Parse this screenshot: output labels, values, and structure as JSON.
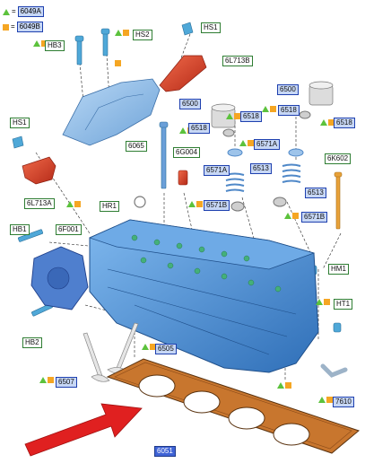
{
  "legend": [
    {
      "symbol": "=",
      "code": "6049A"
    },
    {
      "symbol": "=",
      "code": "6049B"
    }
  ],
  "labels": [
    {
      "id": "hb3",
      "text": "HB3",
      "style": "g"
    },
    {
      "id": "hs2",
      "text": "HS2",
      "style": "g"
    },
    {
      "id": "hs1-top",
      "text": "HS1",
      "style": "g"
    },
    {
      "id": "6l713b",
      "text": "6L713B",
      "style": "g"
    },
    {
      "id": "hs1-left",
      "text": "HS1",
      "style": "g"
    },
    {
      "id": "6l713a",
      "text": "6L713A",
      "style": "g"
    },
    {
      "id": "6500-a",
      "text": "6500",
      "style": "b"
    },
    {
      "id": "6500-b",
      "text": "6500",
      "style": "b"
    },
    {
      "id": "6518-a",
      "text": "6518",
      "style": "b"
    },
    {
      "id": "6518-b",
      "text": "6518",
      "style": "b"
    },
    {
      "id": "6518-c",
      "text": "6518",
      "style": "b"
    },
    {
      "id": "6518-d",
      "text": "6518",
      "style": "b"
    },
    {
      "id": "6065",
      "text": "6065",
      "style": "g"
    },
    {
      "id": "6g004",
      "text": "6G004",
      "style": "g"
    },
    {
      "id": "6571a-a",
      "text": "6571A",
      "style": "b"
    },
    {
      "id": "6571a-b",
      "text": "6571A",
      "style": "b"
    },
    {
      "id": "6513-a",
      "text": "6513",
      "style": "b"
    },
    {
      "id": "6513-b",
      "text": "6513",
      "style": "b"
    },
    {
      "id": "6k602",
      "text": "6K602",
      "style": "g"
    },
    {
      "id": "hr1",
      "text": "HR1",
      "style": "g"
    },
    {
      "id": "6571b-a",
      "text": "6571B",
      "style": "b"
    },
    {
      "id": "6571b-b",
      "text": "6571B",
      "style": "b"
    },
    {
      "id": "hb1",
      "text": "HB1",
      "style": "g"
    },
    {
      "id": "6f001",
      "text": "6F001",
      "style": "g"
    },
    {
      "id": "hm1",
      "text": "HM1",
      "style": "g"
    },
    {
      "id": "ht1",
      "text": "HT1",
      "style": "g"
    },
    {
      "id": "hb2",
      "text": "HB2",
      "style": "g"
    },
    {
      "id": "6505",
      "text": "6505",
      "style": "b"
    },
    {
      "id": "6507",
      "text": "6507",
      "style": "b"
    },
    {
      "id": "7610",
      "text": "7610",
      "style": "b"
    },
    {
      "id": "6051",
      "text": "6051",
      "style": "sel"
    }
  ],
  "colors": {
    "head": "#4a90d9",
    "part_blue": "#5a9fe0",
    "part_red": "#d93a26",
    "gasket": "#c8762e",
    "arrow": "#e02020",
    "label_green": "#2e7d32",
    "label_blue_fill": "#c7d7f5",
    "tri_green": "#5cc23c",
    "sq_orange": "#f5a623"
  }
}
